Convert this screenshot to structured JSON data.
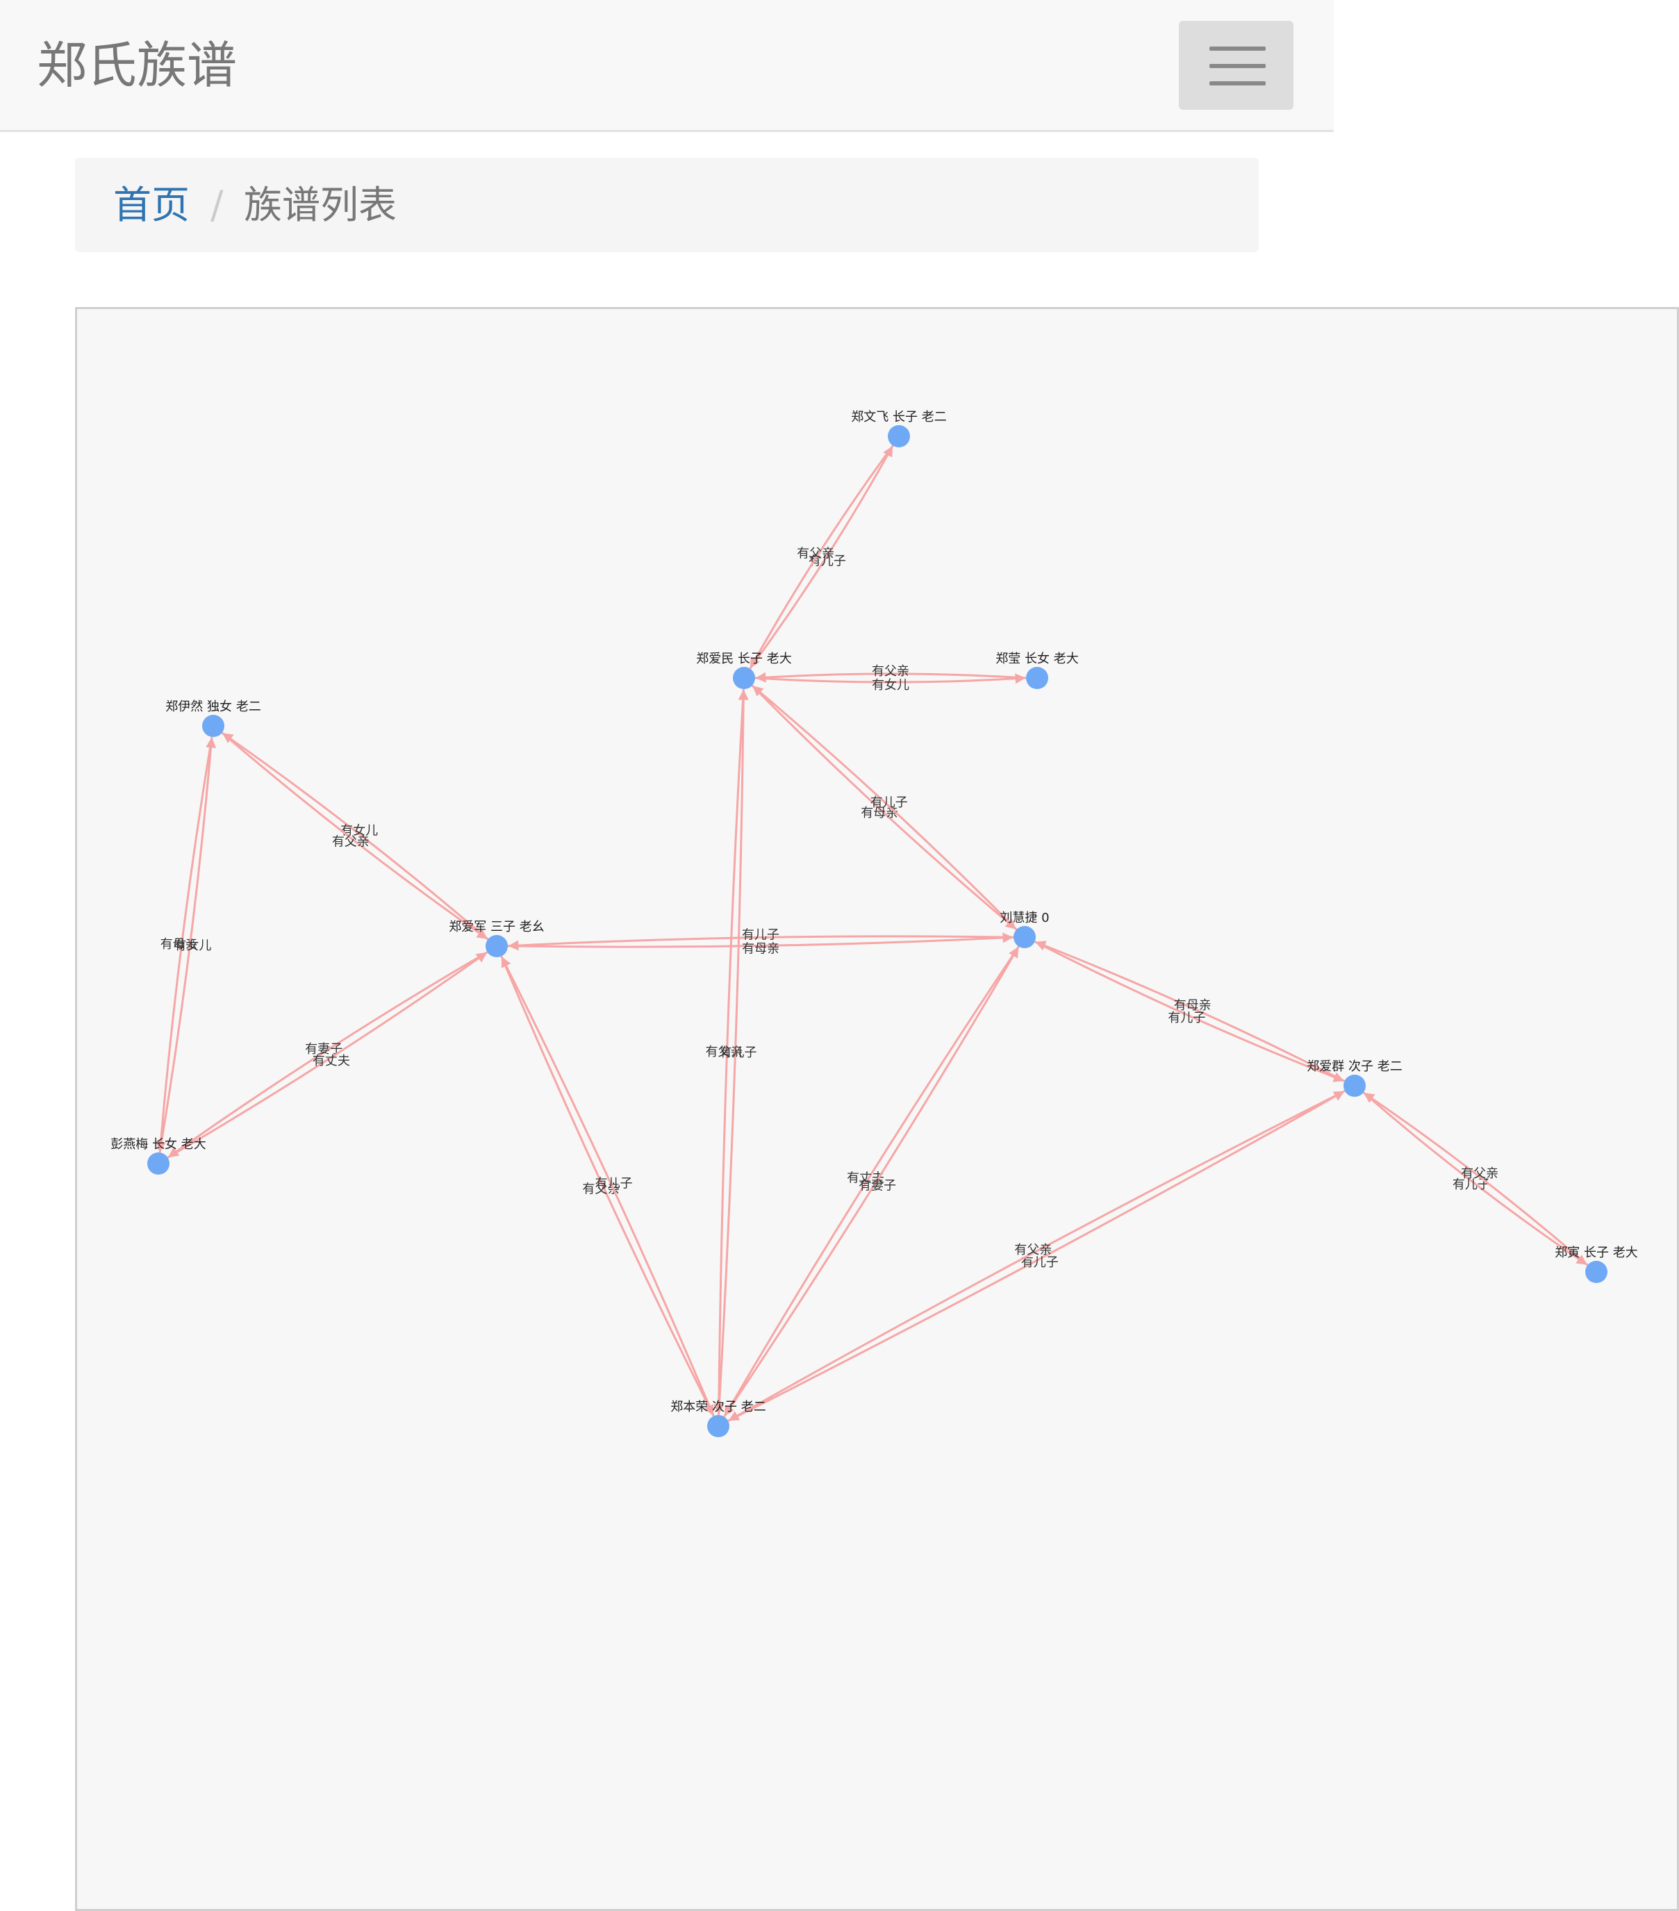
{
  "navbar": {
    "brand": "郑氏族谱",
    "menu_icon": "hamburger-menu-icon"
  },
  "breadcrumb": {
    "home": "首页",
    "separator": "/",
    "current": "族谱列表"
  },
  "graph": {
    "node_color": "#6fa8f5",
    "edge_color": "#f6a6a6",
    "nodes": [
      {
        "id": "wenfei",
        "label": "郑文飞 长子 老二"
      },
      {
        "id": "aimin",
        "label": "郑爱民 长子 老大"
      },
      {
        "id": "ying",
        "label": "郑莹 长女 老大"
      },
      {
        "id": "yiran",
        "label": "郑伊然 独女 老二"
      },
      {
        "id": "aijun",
        "label": "郑爱军 三子 老幺"
      },
      {
        "id": "huijie",
        "label": "刘慧捷 0"
      },
      {
        "id": "aiqun",
        "label": "郑爱群 次子 老二"
      },
      {
        "id": "yanmei",
        "label": "彭燕梅 长女 老大"
      },
      {
        "id": "yin",
        "label": "郑寅 长子 老大"
      },
      {
        "id": "benrong",
        "label": "郑本荣 次子 老二"
      }
    ],
    "edges": [
      {
        "from": "aimin",
        "to": "wenfei",
        "label": "有儿子"
      },
      {
        "from": "wenfei",
        "to": "aimin",
        "label": "有父亲"
      },
      {
        "from": "aimin",
        "to": "ying",
        "label": "有女儿"
      },
      {
        "from": "ying",
        "to": "aimin",
        "label": "有父亲"
      },
      {
        "from": "aimin",
        "to": "huijie",
        "label": "有母亲"
      },
      {
        "from": "huijie",
        "to": "aimin",
        "label": "有儿子"
      },
      {
        "from": "aijun",
        "to": "yiran",
        "label": "有女儿"
      },
      {
        "from": "yiran",
        "to": "aijun",
        "label": "有父亲"
      },
      {
        "from": "aijun",
        "to": "huijie",
        "label": "有母亲"
      },
      {
        "from": "huijie",
        "to": "aijun",
        "label": "有儿子"
      },
      {
        "from": "yiran",
        "to": "yanmei",
        "label": "有母亲"
      },
      {
        "from": "yanmei",
        "to": "yiran",
        "label": "有女儿"
      },
      {
        "from": "aijun",
        "to": "yanmei",
        "label": "有妻子"
      },
      {
        "from": "yanmei",
        "to": "aijun",
        "label": "有丈夫"
      },
      {
        "from": "aijun",
        "to": "benrong",
        "label": "有父亲"
      },
      {
        "from": "benrong",
        "to": "aijun",
        "label": "有儿子"
      },
      {
        "from": "aimin",
        "to": "benrong",
        "label": "有父亲"
      },
      {
        "from": "benrong",
        "to": "aimin",
        "label": "有儿子"
      },
      {
        "from": "huijie",
        "to": "benrong",
        "label": "有丈夫"
      },
      {
        "from": "benrong",
        "to": "huijie",
        "label": "有妻子"
      },
      {
        "from": "aiqun",
        "to": "huijie",
        "label": "有母亲"
      },
      {
        "from": "huijie",
        "to": "aiqun",
        "label": "有儿子"
      },
      {
        "from": "benrong",
        "to": "aiqun",
        "label": "有儿子"
      },
      {
        "from": "aiqun",
        "to": "benrong",
        "label": "有父亲"
      },
      {
        "from": "aiqun",
        "to": "yin",
        "label": "有儿子"
      },
      {
        "from": "yin",
        "to": "aiqun",
        "label": "有父亲"
      }
    ]
  }
}
